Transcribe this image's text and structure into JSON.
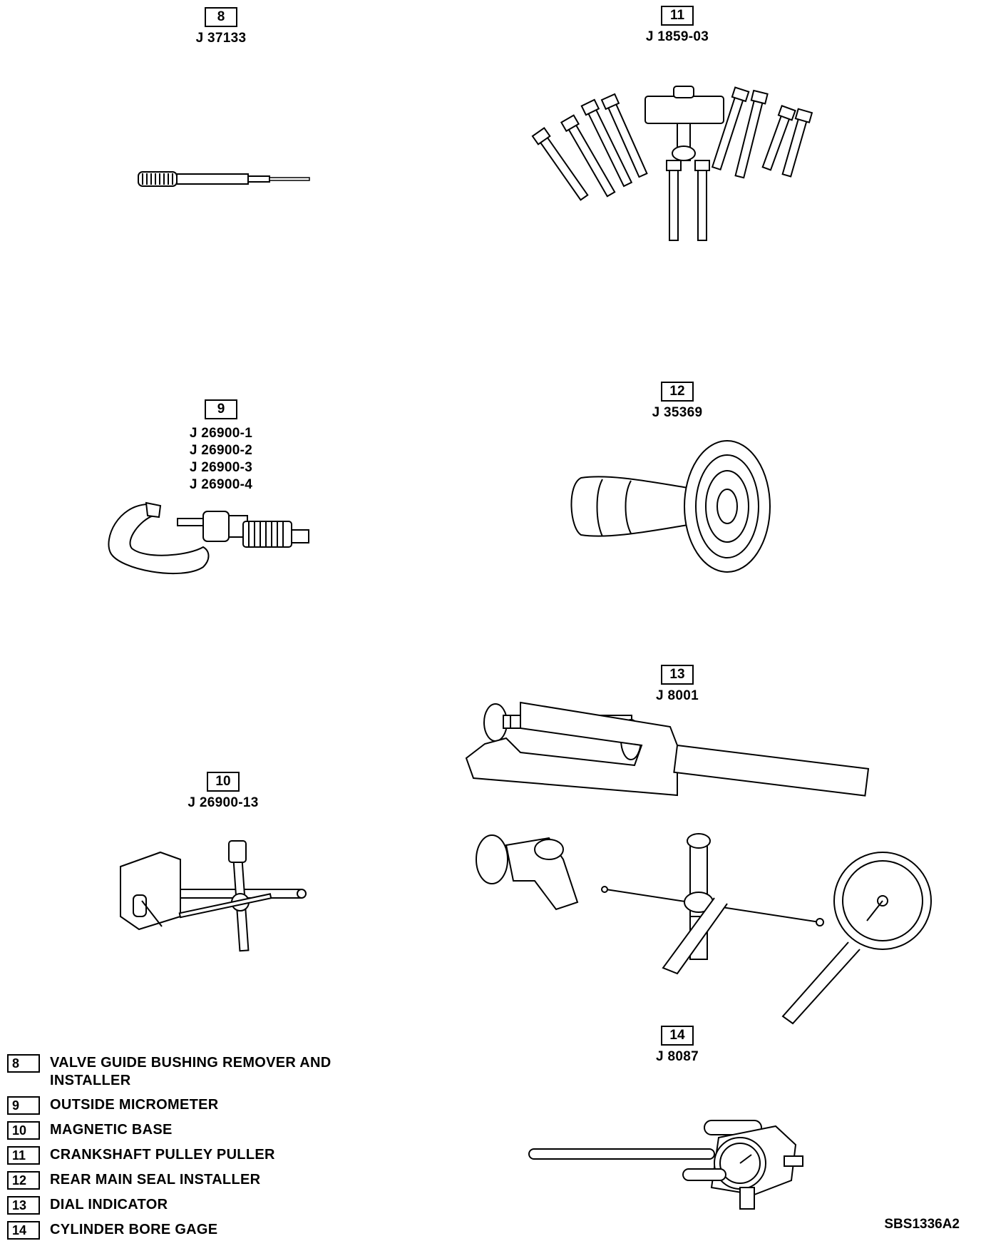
{
  "tools": [
    {
      "num": "8",
      "parts": [
        "J 37133"
      ]
    },
    {
      "num": "11",
      "parts": [
        "J 1859-03"
      ]
    },
    {
      "num": "9",
      "parts": [
        "J 26900-1",
        "J 26900-2",
        "J 26900-3",
        "J 26900-4"
      ]
    },
    {
      "num": "12",
      "parts": [
        "J 35369"
      ]
    },
    {
      "num": "13",
      "parts": [
        "J 8001"
      ]
    },
    {
      "num": "10",
      "parts": [
        "J 26900-13"
      ]
    },
    {
      "num": "14",
      "parts": [
        "J 8087"
      ]
    }
  ],
  "legend": [
    {
      "num": "8",
      "label": "VALVE GUIDE BUSHING REMOVER AND INSTALLER"
    },
    {
      "num": "9",
      "label": "OUTSIDE MICROMETER"
    },
    {
      "num": "10",
      "label": "MAGNETIC BASE"
    },
    {
      "num": "11",
      "label": "CRANKSHAFT PULLEY PULLER"
    },
    {
      "num": "12",
      "label": "REAR MAIN SEAL INSTALLER"
    },
    {
      "num": "13",
      "label": "DIAL INDICATOR"
    },
    {
      "num": "14",
      "label": "CYLINDER BORE GAGE"
    }
  ],
  "figure_code": "SBS1336A2",
  "icons": [
    "bushing-remover-tool-icon",
    "pulley-puller-icon",
    "micrometer-icon",
    "seal-installer-icon",
    "dial-indicator-set-icon",
    "magnetic-base-icon",
    "bore-gage-icon"
  ]
}
